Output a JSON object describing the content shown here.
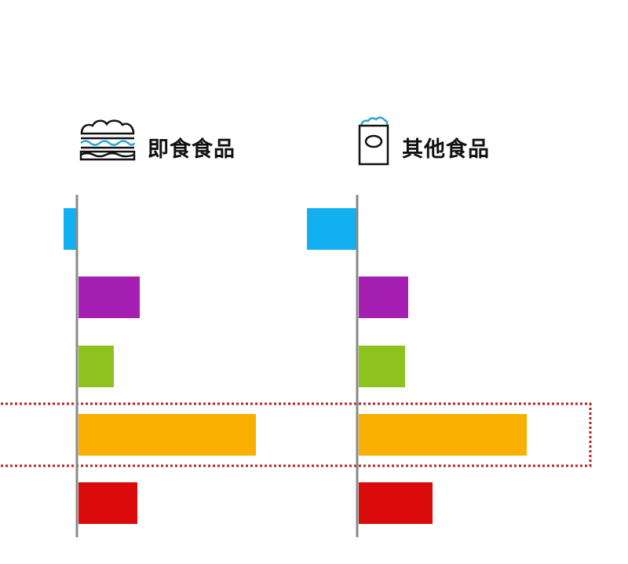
{
  "chart_data": {
    "type": "bar",
    "orientation": "horizontal",
    "panels": [
      {
        "title": "即食食品",
        "icon": "sandwich-icon",
        "values": [
          -17,
          78,
          45,
          226,
          75
        ]
      },
      {
        "title": "其他食品",
        "icon": "snack-bag-icon",
        "values": [
          -64,
          63,
          59,
          214,
          94
        ]
      }
    ],
    "colors": [
      "#12b0f0",
      "#a61fb3",
      "#8cc31e",
      "#fab000",
      "#db0a0a"
    ],
    "highlight_row": 3,
    "highlight_color": "#b52222",
    "axis_color": "#888888",
    "grid": false
  }
}
